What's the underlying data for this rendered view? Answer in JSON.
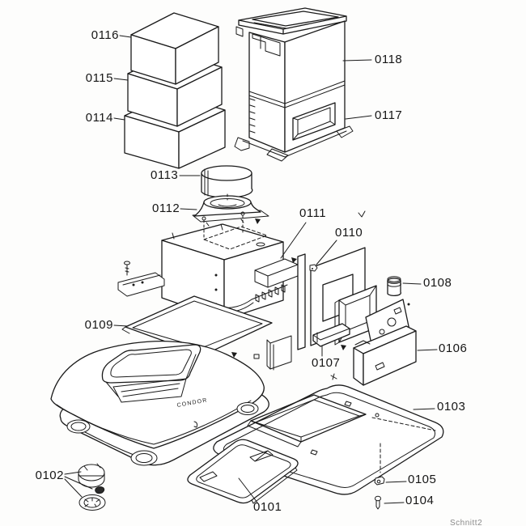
{
  "colors": {
    "ink": "#1a1a1a",
    "background": "#fdfdfc",
    "faint": "#8a8a8a"
  },
  "parts": [
    {
      "label": "0116"
    },
    {
      "label": "0115"
    },
    {
      "label": "0114"
    },
    {
      "label": "0118"
    },
    {
      "label": "0117"
    },
    {
      "label": "0113"
    },
    {
      "label": "0112"
    },
    {
      "label": "0111"
    },
    {
      "label": "0110"
    },
    {
      "label": "0108"
    },
    {
      "label": "0109"
    },
    {
      "label": "0106"
    },
    {
      "label": "0107"
    },
    {
      "label": "0103"
    },
    {
      "label": "0102"
    },
    {
      "label": "0105"
    },
    {
      "label": "0104"
    },
    {
      "label": "0101"
    }
  ],
  "cover_brand_text": "CONDOR",
  "corner_text": "Schnitt2"
}
